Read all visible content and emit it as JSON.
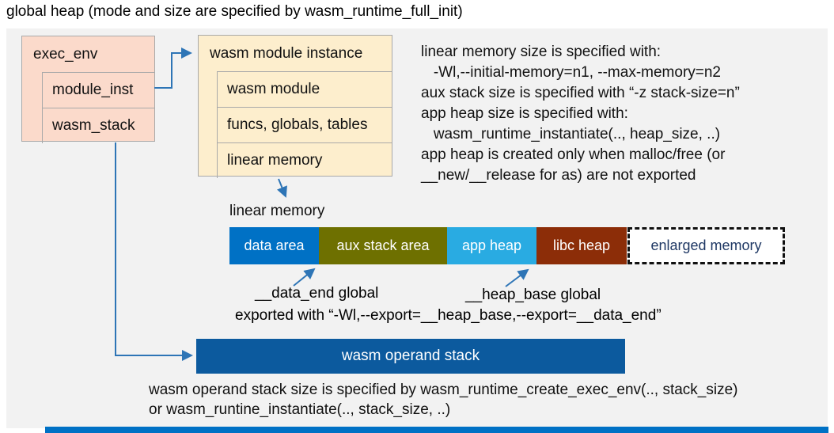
{
  "title": "global heap (mode and size are specified by wasm_runtime_full_init)",
  "exec_env": {
    "title": "exec_env",
    "rows": [
      "module_inst",
      "wasm_stack"
    ]
  },
  "module_instance": {
    "title": "wasm module instance",
    "rows": [
      "wasm module",
      "funcs, globals, tables",
      "linear memory"
    ]
  },
  "notes_top": {
    "lines": [
      "linear memory size is specified with:",
      "   -Wl,--initial-memory=n1, --max-memory=n2",
      "aux stack size is specified with “-z stack-size=n”",
      "app heap size is specified with:",
      "   wasm_runtime_instantiate(.., heap_size, ..)",
      "app heap is created only when malloc/free (or",
      "__new/__release for as) are not exported"
    ]
  },
  "linear_memory": {
    "label": "linear memory",
    "segments": [
      {
        "label": "data area",
        "color": "#0071C5"
      },
      {
        "label": "aux stack area",
        "color": "#6E7000"
      },
      {
        "label": "app heap",
        "color": "#29ABE2"
      },
      {
        "label": "libc heap",
        "color": "#8C2D08"
      },
      {
        "label": "enlarged memory",
        "color": "#FFFFFF",
        "text_color": "#1F3864",
        "border": "dashed-black"
      }
    ]
  },
  "annotations": {
    "data_end": "__data_end global",
    "heap_base": "__heap_base global",
    "export_line": "exported with “-Wl,--export=__heap_base,--export=__data_end”"
  },
  "operand_stack": {
    "label": "wasm operand stack",
    "color": "#0C5A9E"
  },
  "notes_bottom": {
    "lines": [
      "wasm operand stack size is specified by wasm_runtime_create_exec_env(.., stack_size)",
      "or wasm_runtine_instantiate(.., stack_size, ..)"
    ]
  },
  "colors": {
    "arrow": "#2E75B6",
    "panel_background": "#F2F2F2",
    "exec_env_fill": "#FBDACB",
    "module_instance_fill": "#FDEECD",
    "bottom_strip": "#0071C5"
  }
}
